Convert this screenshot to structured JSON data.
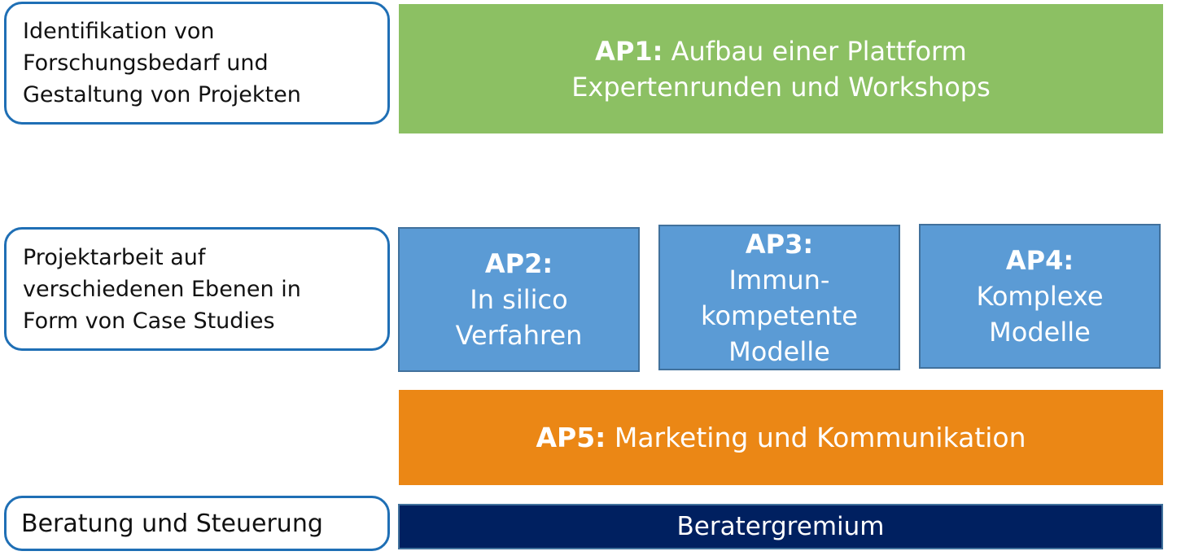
{
  "rows": {
    "identification": {
      "label": "Identifikation von\nForschungsbedarf und\nGestaltung von Projekten",
      "ap1": {
        "code": "AP1:",
        "title": "Aufbau einer Plattform",
        "subtitle": "Expertenrunden und Workshops",
        "color": "#8cc063"
      }
    },
    "project_work": {
      "label": "Projektarbeit auf\nverschiedenen Ebenen in\nForm von Case Studies",
      "work_packages": [
        {
          "code": "AP2:",
          "lines": [
            "In silico",
            "Verfahren"
          ],
          "color": "#5b9bd5"
        },
        {
          "code": "AP3:",
          "lines": [
            "Immun-",
            "kompetente",
            "Modelle"
          ],
          "color": "#5b9bd5"
        },
        {
          "code": "AP4:",
          "lines": [
            "Komplexe",
            "Modelle"
          ],
          "color": "#5b9bd5"
        }
      ],
      "ap5": {
        "code": "AP5:",
        "title": "Marketing und Kommunikation",
        "color": "#eb8715"
      }
    },
    "advisory": {
      "label": "Beratung und Steuerung",
      "board": "Beratergremium",
      "color": "#002060"
    }
  },
  "colors": {
    "label_border": "#1f6fb5",
    "work_package_border": "#41719c"
  }
}
